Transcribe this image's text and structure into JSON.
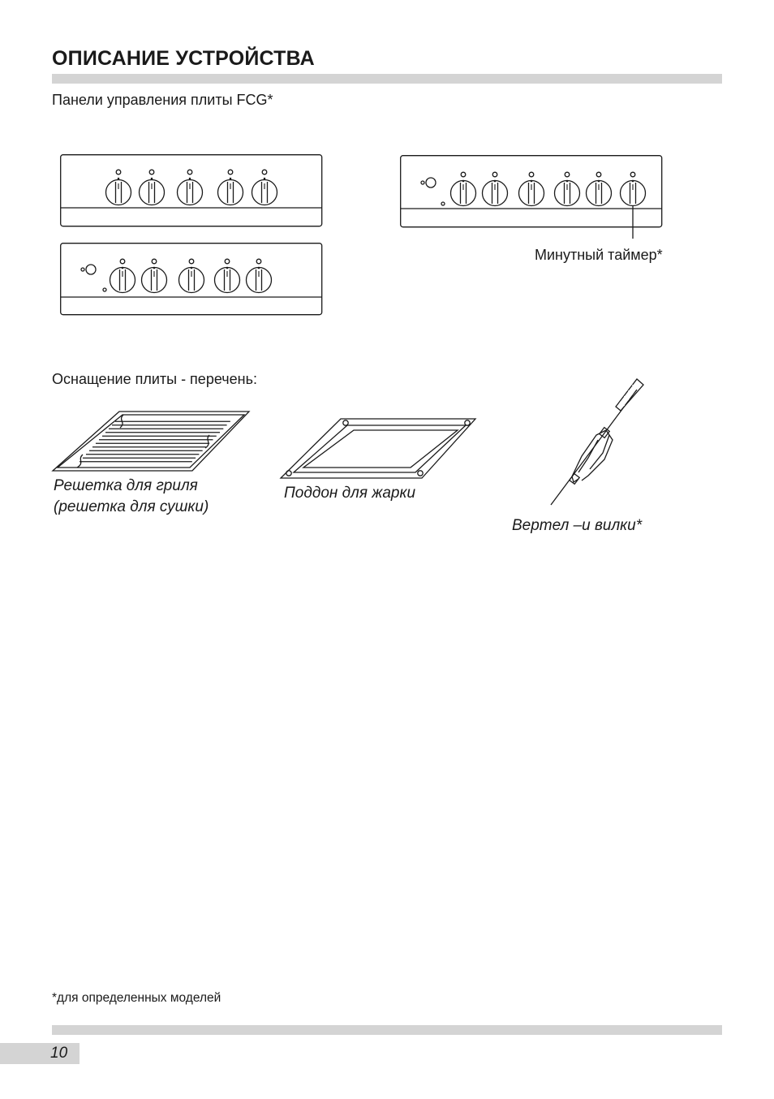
{
  "header": {
    "title": "ОПИСАНИЕ УСТРОЙСТВА"
  },
  "panels_section": {
    "caption": "Панели управления плиты FCG*",
    "timer_label": "Минутный таймер*"
  },
  "equipment_section": {
    "caption": "Оснащение плиты - перечень:",
    "items": [
      {
        "name": "grill-rack",
        "label_line1": "Решетка для гриля",
        "label_line2": "(решетка для сушки)"
      },
      {
        "name": "roasting-tray",
        "label_line1": "Поддон для жарки"
      },
      {
        "name": "rotisserie",
        "label_line1": "Вертел –и вилки*"
      }
    ]
  },
  "footer": {
    "footnote": "*для определенных моделей",
    "page_number": "10"
  }
}
